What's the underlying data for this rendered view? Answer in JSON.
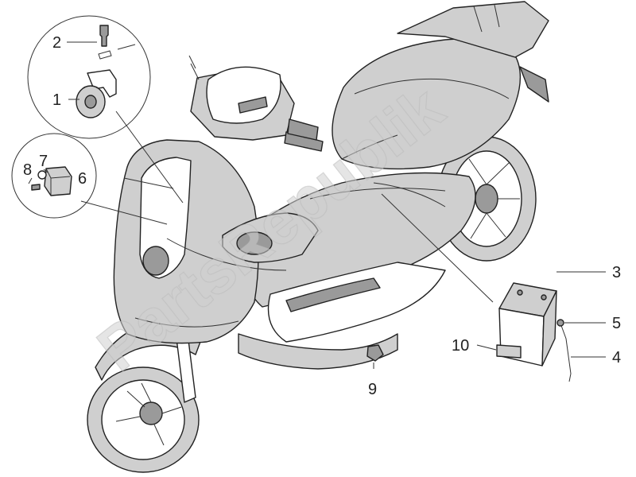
{
  "diagram": {
    "watermark": "PartsRepublik",
    "callouts": {
      "c1": "1",
      "c2": "2",
      "c3": "3",
      "c4": "4",
      "c5": "5",
      "c6": "6",
      "c7": "7",
      "c8": "8",
      "c9": "9",
      "c10": "10"
    },
    "colors": {
      "line": "#222222",
      "fill_light": "#cfcfcf",
      "fill_dark": "#9a9a9a",
      "watermark": "#cfcfcf"
    }
  }
}
